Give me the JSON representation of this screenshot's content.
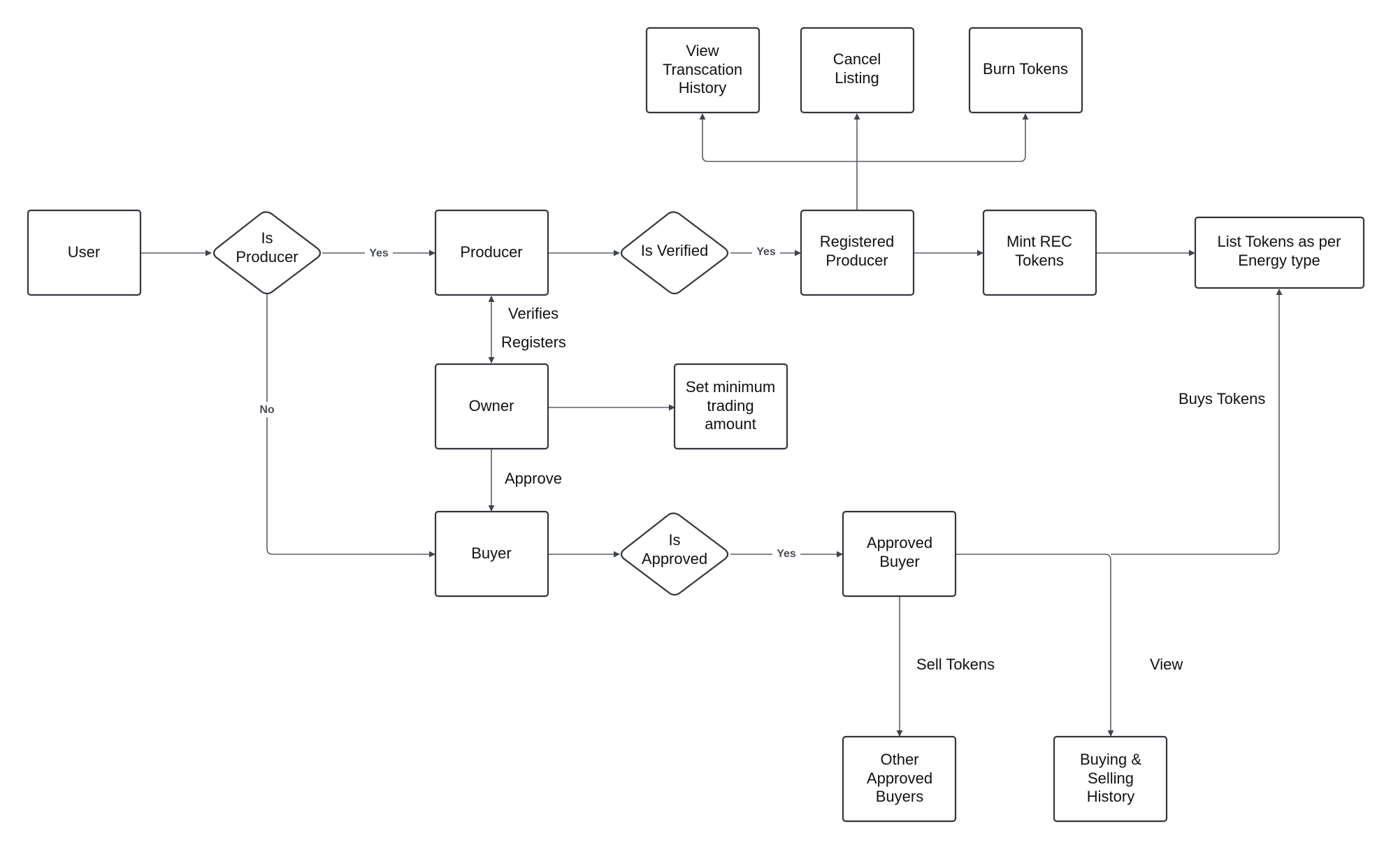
{
  "nodes": {
    "view_history": {
      "lines": [
        "View",
        "Transcation",
        "History"
      ]
    },
    "cancel_listing": {
      "lines": [
        "Cancel",
        "Listing"
      ]
    },
    "burn_tokens": {
      "lines": [
        "Burn Tokens"
      ]
    },
    "user": {
      "lines": [
        "User"
      ]
    },
    "is_producer": {
      "lines": [
        "Is",
        "Producer"
      ]
    },
    "producer": {
      "lines": [
        "Producer"
      ]
    },
    "is_verified": {
      "lines": [
        "Is Verified"
      ]
    },
    "registered_producer": {
      "lines": [
        "Registered",
        "Producer"
      ]
    },
    "mint_rec": {
      "lines": [
        "Mint REC",
        "Tokens"
      ]
    },
    "list_tokens": {
      "lines": [
        "List Tokens as per",
        "Energy type"
      ]
    },
    "owner": {
      "lines": [
        "Owner"
      ]
    },
    "set_minimum": {
      "lines": [
        "Set minimum",
        "trading",
        "amount"
      ]
    },
    "buyer": {
      "lines": [
        "Buyer"
      ]
    },
    "is_approved": {
      "lines": [
        "Is",
        "Approved"
      ]
    },
    "approved_buyer": {
      "lines": [
        "Approved",
        "Buyer"
      ]
    },
    "other_buyers": {
      "lines": [
        "Other",
        "Approved",
        "Buyers"
      ]
    },
    "history": {
      "lines": [
        "Buying &",
        "Selling",
        "History"
      ]
    }
  },
  "edge_labels": {
    "yes_producer": "Yes",
    "no_producer": "No",
    "yes_verified": "Yes",
    "yes_approved": "Yes",
    "verifies": "Verifies",
    "registers": "Registers",
    "approve": "Approve",
    "buys_tokens": "Buys Tokens",
    "sell_tokens": "Sell Tokens",
    "view": "View"
  },
  "colors": {
    "node_stroke": "#33373d",
    "edge_stroke": "#5a5f66",
    "background": "#ffffff"
  }
}
